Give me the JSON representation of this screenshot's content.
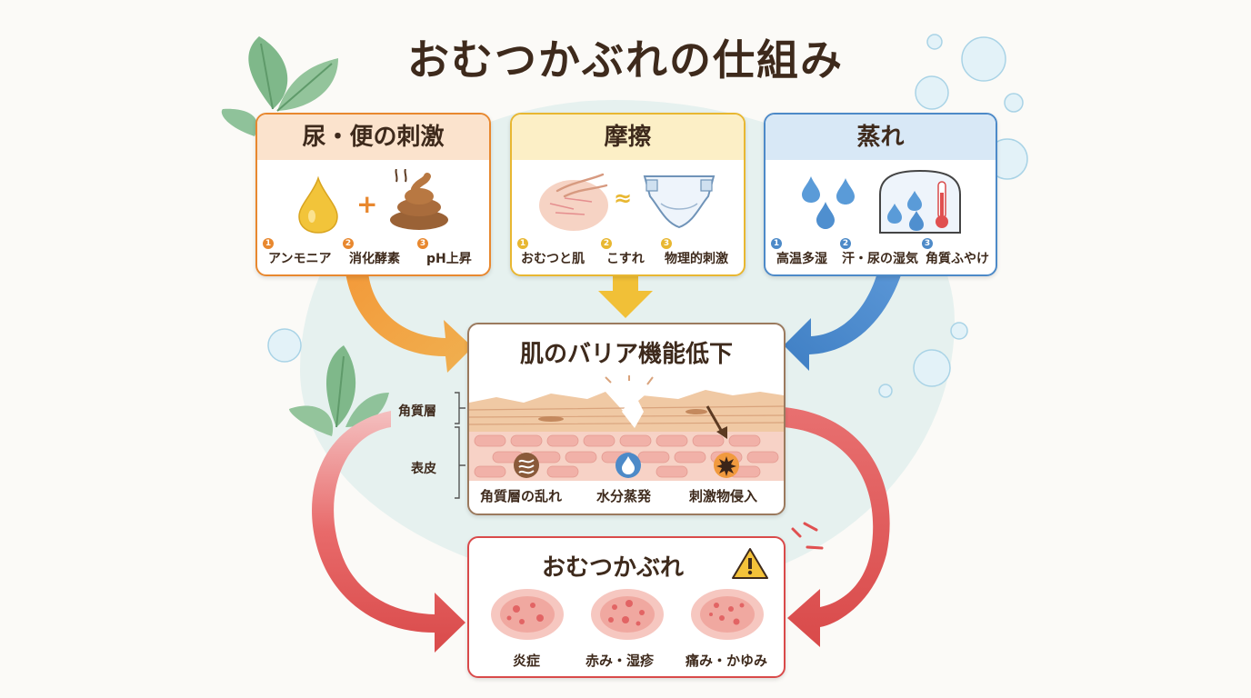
{
  "title": "おむつかぶれの仕組み",
  "causes": [
    {
      "title": "尿・便の刺激",
      "labels": [
        {
          "num": "1",
          "text": "アンモニア"
        },
        {
          "num": "2",
          "text": "消化酵素"
        },
        {
          "num": "3",
          "text": "pH上昇"
        }
      ]
    },
    {
      "title": "摩擦",
      "labels": [
        {
          "num": "1",
          "text": "おむつと肌"
        },
        {
          "num": "2",
          "text": "こすれ"
        },
        {
          "num": "3",
          "text": "物理的刺激"
        }
      ]
    },
    {
      "title": "蒸れ",
      "labels": [
        {
          "num": "1",
          "text": "高温多湿"
        },
        {
          "num": "2",
          "text": "汗・尿の湿気"
        },
        {
          "num": "3",
          "text": "角質ふやけ"
        }
      ]
    }
  ],
  "barrier": {
    "title": "肌のバリア機能低下",
    "layer_labels": [
      "角質層",
      "表皮"
    ],
    "effects": [
      "角質層の乱れ",
      "水分蒸発",
      "刺激物侵入"
    ]
  },
  "result": {
    "title": "おむつかぶれ",
    "symptoms": [
      "炎症",
      "赤み・湿疹",
      "痛み・かゆみ"
    ]
  },
  "colors": {
    "urine": "#e8882f",
    "friction": "#e8b731",
    "humidity": "#4d8ac8",
    "result": "#d94a4a"
  }
}
